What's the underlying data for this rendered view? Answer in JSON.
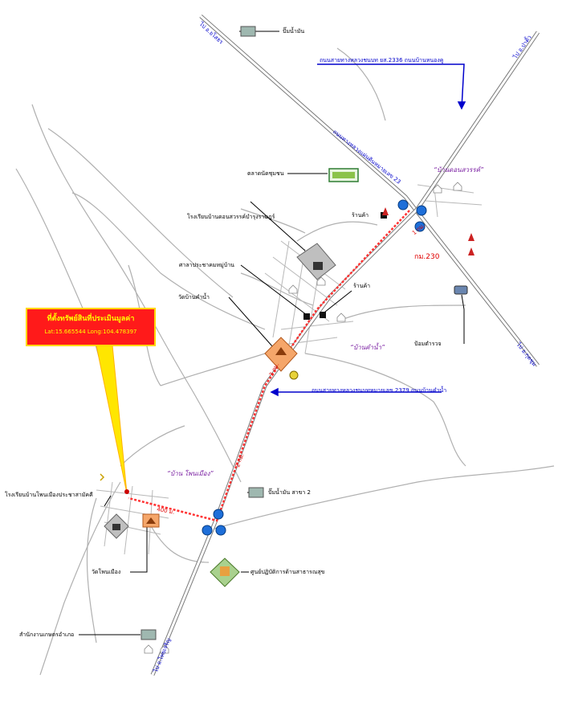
{
  "map": {
    "colors": {
      "road": "#9a9a9a",
      "highway_blue": "#0000cc",
      "route_red": "#ff3333",
      "callout_bg": "#ff1a1a",
      "callout_border": "#ffd600",
      "callout_text": "#ffff00",
      "village_label": "#7a1fa2"
    },
    "callout": {
      "title": "ที่ตั้งทรัพย์สินที่ประเมินมูลค่า",
      "coords": "Lat:15.665544  Long:104.478397"
    },
    "directions": {
      "north_west": "ไป อ.ยโสธร",
      "north_east": "ไป อ.ป่าติ้ว",
      "south_east": "ไป อ.กุดชุม",
      "south_west": "ไป อ.ไทยเจริญ"
    },
    "roads": {
      "highway_23": "ถนนทางหลวงแผ่นดินหมายเลข 23",
      "rural_2336": "ถนนสายทางหลวงชนบท ยส.2336 ถนนบ้านหนองคู",
      "rural_2379": "ถนนสายทางหลวงชนบทหมายเลข 2379 ถนนบ้านคำน้ำ"
    },
    "route_labels": {
      "km1": "1 กม.",
      "km2": "3 กม.",
      "km3": "2 กม.",
      "km4": "400 ม.",
      "kms_230": "กม.230"
    },
    "villages": {
      "v1": "“บ้านดอนสวรรค์”",
      "v2": "“บ้านคำน้ำ”",
      "v3": "“บ้าน โพนเมือง”"
    },
    "landmarks": {
      "gas_station_top": "ปั๊มน้ำมัน",
      "shop_1": "ร้านค้า",
      "shop_2": "ร้านค้า",
      "school_1": "โรงเรียนบ้านดอนสวรรค์บำรุงราษฎร์",
      "village_hall": "ศาลาประชาคมหมู่บ้าน",
      "temple_1": "วัดบ้านคำน้ำ",
      "market": "ตลาดนัดชุมชน",
      "police_box": "ป้อมตำรวจ",
      "gas_station_mid": "ปั๊มน้ำมัน สาขา 2",
      "school_2": "โรงเรียนบ้านโพนเมืองประชาสามัคคี",
      "temple_2": "วัดโพนเมือง",
      "health_center": "ศูนย์ปฏิบัติการด้านสาธารณสุข",
      "bank": "สำนักงานเกษตรอำเภอ"
    }
  }
}
